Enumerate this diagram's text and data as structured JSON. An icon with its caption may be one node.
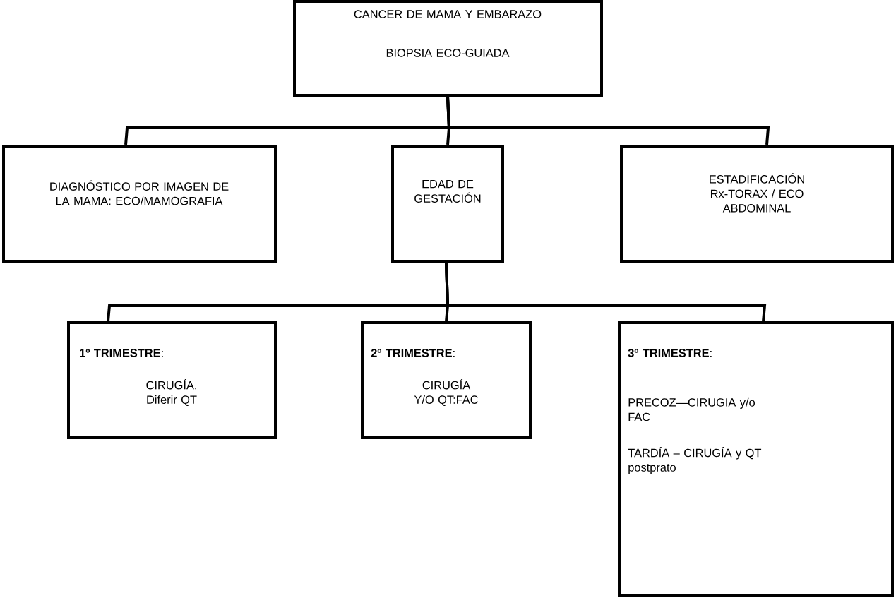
{
  "diagram": {
    "nodes": [
      {
        "text": [
          "CANCER DE MAMA Y EMBARAZO",
          "BIOPSIA ECO-GUIADA"
        ]
      },
      {
        "text": [
          "DIAGNÓSTICO POR IMAGEN DE LA MAMA: ECO/MAMOGRAFIA"
        ]
      },
      {
        "text": [
          "EDAD DE GESTACIÓN"
        ]
      },
      {
        "text": [
          "ESTADIFICACIÓN Rx-TORAX / ECO ABDOMINAL"
        ]
      },
      {
        "text": [
          "**1º TRIMESTRE**:",
          "CIRUGÍA. Diferir QT"
        ]
      },
      {
        "text": [
          "**2º TRIMESTRE**:",
          "CIRUGÍA Y/O QT:FAC"
        ]
      },
      {
        "text": [
          "**3º TRIMESTRE**:",
          "PRECOZ—CIRUGIA y/o FAC",
          "TARDÍA – CIRUGÍA y QT postprato"
        ]
      }
    ],
    "edges": [
      {
        "from": 0,
        "to": 1,
        "arrow": "none"
      },
      {
        "from": 0,
        "to": 2,
        "arrow": "none"
      },
      {
        "from": 0,
        "to": 3,
        "arrow": "none"
      },
      {
        "from": 2,
        "to": 4,
        "arrow": "none"
      },
      {
        "from": 2,
        "to": 5,
        "arrow": "none"
      },
      {
        "from": 2,
        "to": 6,
        "arrow": "none"
      }
    ]
  }
}
